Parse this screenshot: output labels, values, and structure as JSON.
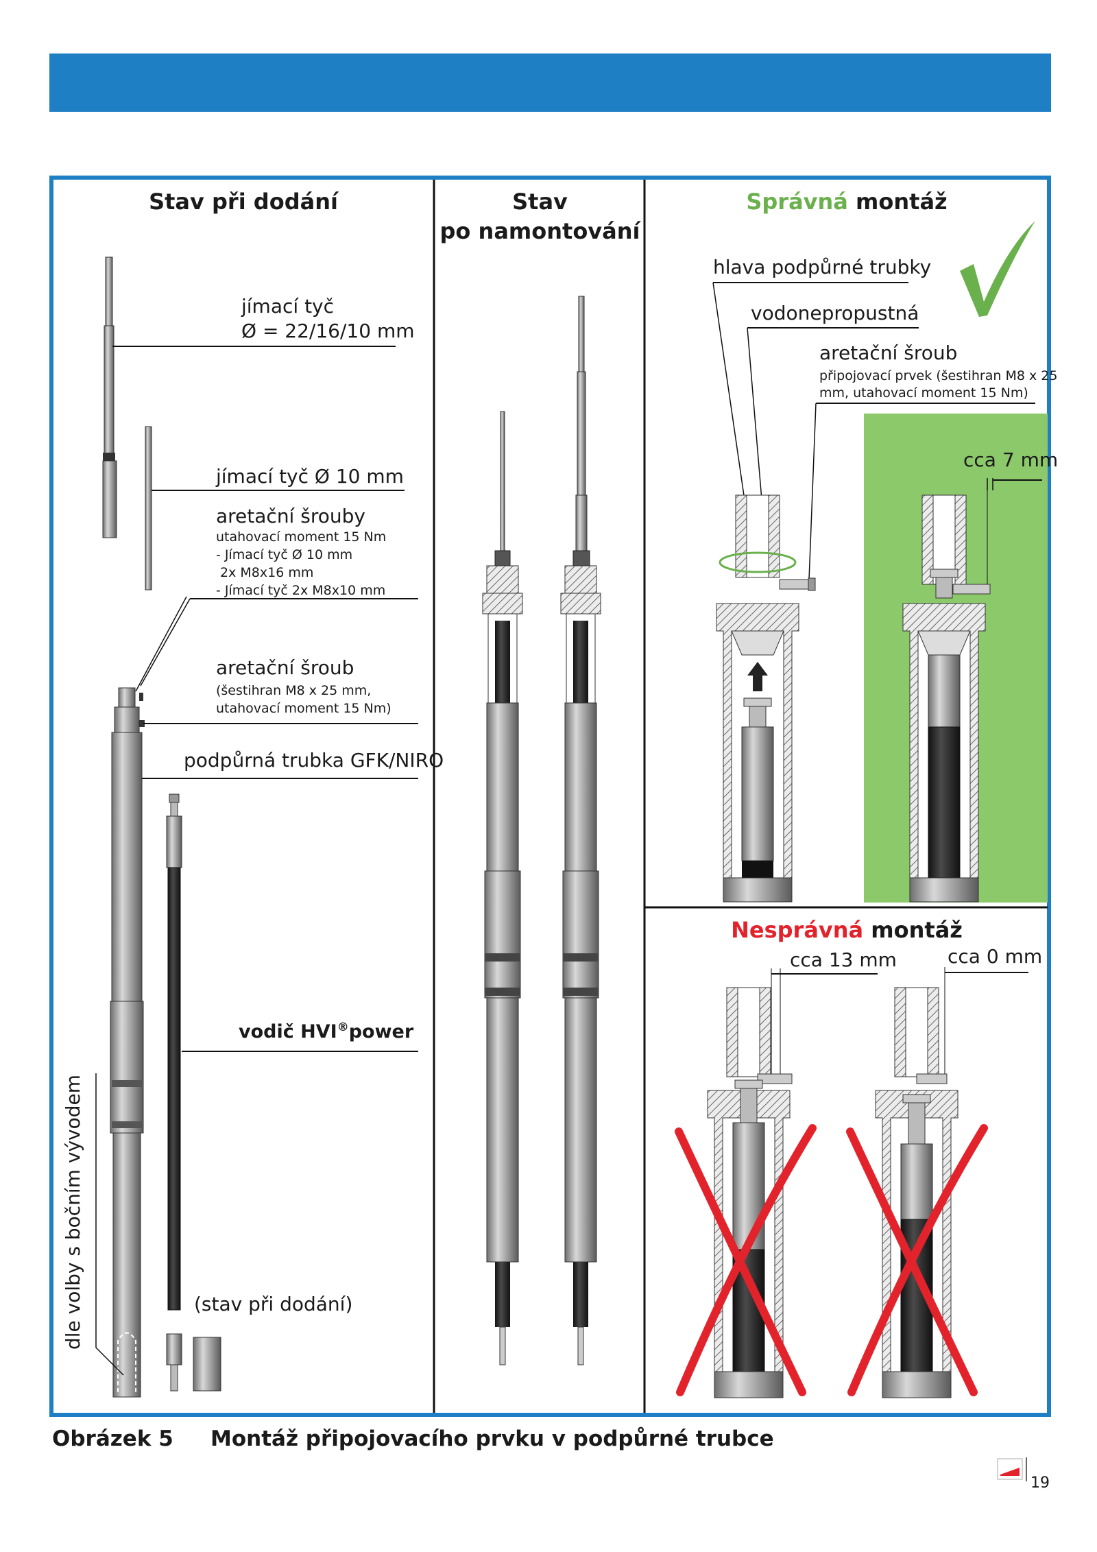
{
  "panels": {
    "delivery": {
      "title": "Stav při dodání",
      "rod_label_1": "jímací tyč",
      "rod_label_2": "Ø = 22/16/10 mm",
      "rod10_label": "jímací tyč Ø 10 mm",
      "screws_title": "aretační šrouby",
      "screws_detail": [
        "utahovací moment 15 Nm",
        "- Jímací tyč Ø 10 mm",
        " 2x M8x16 mm",
        "- Jímací tyč 2x M8x10 mm"
      ],
      "screw_title": "aretační šroub",
      "screw_detail": [
        "(šestihran M8 x 25 mm,",
        "utahovací moment 15 Nm)"
      ],
      "tube_label": "podpůrná trubka GFK/NIRO",
      "conductor_label": "vodič HVI",
      "conductor_reg": "®",
      "conductor_suffix": "power",
      "state_label": "(stav při dodání)",
      "side_label": "dle volby s bočním vývodem"
    },
    "mounted": {
      "title_line1": "Stav",
      "title_line2": "po namontování"
    },
    "correct": {
      "title_colored": "Správná",
      "title_rest": " montáž",
      "head_label": "hlava podpůrné trubky",
      "waterproof_label": "vodonepropustná",
      "screw_title": "aretační šroub",
      "screw_detail": [
        "připojovací prvek (šestihran M8 x 25",
        "mm, utahovací moment 15 Nm)"
      ],
      "gap_label": "cca 7 mm"
    },
    "incorrect": {
      "title_colored": "Nesprávná",
      "title_rest": " montáž",
      "gap_left": "cca 13 mm",
      "gap_right": "cca 0 mm"
    }
  },
  "caption": {
    "number": "Obrázek 5",
    "text": "Montáž připojovacího prvku v podpůrné trubce"
  },
  "page_number": "19",
  "colors": {
    "banner": "#1f7fc4",
    "ok_green": "#6ab04c",
    "bg_green": "#8cc96b",
    "error_red": "#e3232b"
  }
}
